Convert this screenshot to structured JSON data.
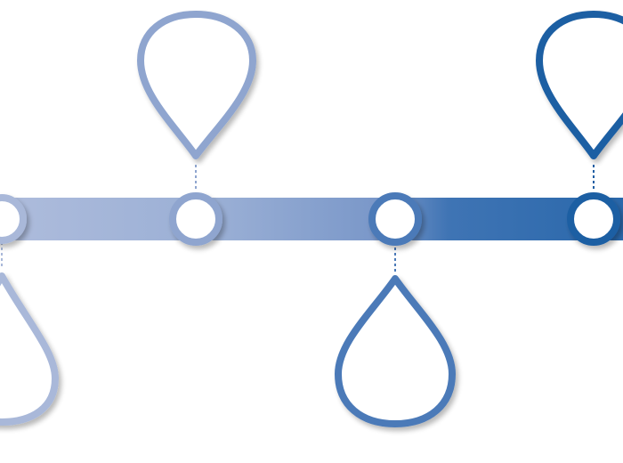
{
  "colors": {
    "background": "#ffffff",
    "bar_start": "#a9b8d9",
    "bar_mid1": "#8fa5cf",
    "bar_mid2": "#6e8fc4",
    "bar_end": "#2e6aac",
    "node_fill": "#ffffff",
    "leader_line": "#2e6aac"
  },
  "milestones": [
    {
      "id": "m1",
      "color": "#a9b8d9",
      "callout": "below"
    },
    {
      "id": "m2",
      "color": "#8fa5cf",
      "callout": "above"
    },
    {
      "id": "m3",
      "color": "#4b7ab8",
      "callout": "below"
    },
    {
      "id": "m4",
      "color": "#1f5ea3",
      "callout": "above"
    }
  ],
  "icons": {
    "node": "circle-node-icon",
    "callout": "teardrop-callout-icon"
  }
}
